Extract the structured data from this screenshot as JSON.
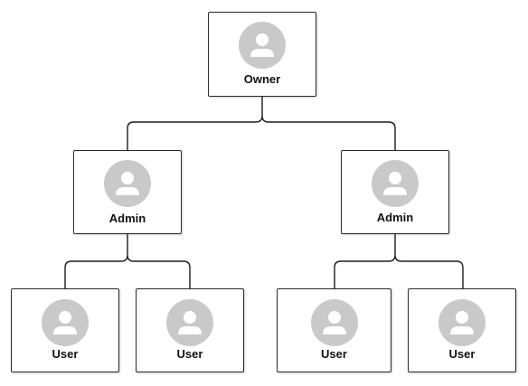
{
  "colors": {
    "avatar_fill": "#c9c9c9",
    "avatar_glyph": "#ffffff",
    "border": "#2b2b2b",
    "line": "#1c1c1c"
  },
  "icons": {
    "avatar": "user-avatar-icon"
  },
  "nodes": [
    {
      "id": "owner",
      "label": "Owner"
    },
    {
      "id": "admin-left",
      "label": "Admin"
    },
    {
      "id": "admin-right",
      "label": "Admin"
    },
    {
      "id": "user-1",
      "label": "User"
    },
    {
      "id": "user-2",
      "label": "User"
    },
    {
      "id": "user-3",
      "label": "User"
    },
    {
      "id": "user-4",
      "label": "User"
    }
  ]
}
